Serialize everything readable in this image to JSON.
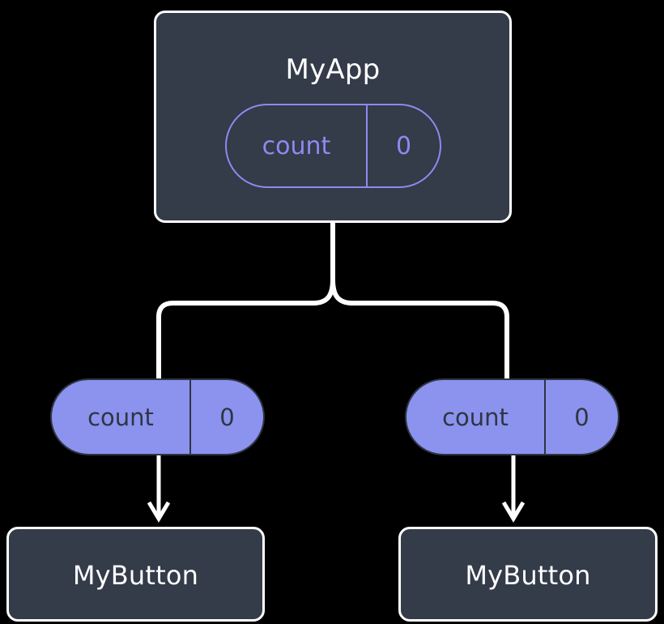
{
  "diagram": {
    "title": "component-state-flow",
    "background_color": "#000000",
    "colors": {
      "box_fill": "#343b49",
      "box_border": "#ffffff",
      "box_text": "#ffffff",
      "pill_accent": "#8b8bf0",
      "pill_fill": "#8b93ef",
      "pill_text_dark": "#2f3542",
      "edge": "#ffffff"
    }
  },
  "nodes": {
    "root": {
      "label": "MyApp",
      "state_pill": {
        "key": "count",
        "value": "0",
        "style": "outlined"
      }
    },
    "children": [
      {
        "prop_pill": {
          "key": "count",
          "value": "0",
          "style": "filled"
        },
        "label": "MyButton"
      },
      {
        "prop_pill": {
          "key": "count",
          "value": "0",
          "style": "filled"
        },
        "label": "MyButton"
      }
    ]
  },
  "edges": [
    {
      "name": "root-to-branch-stem",
      "from": "MyApp",
      "to": "fork"
    },
    {
      "name": "fork-to-left-pill",
      "from": "fork",
      "to": "left count pill"
    },
    {
      "name": "fork-to-right-pill",
      "from": "fork",
      "to": "right count pill"
    },
    {
      "name": "left-pill-to-left-button",
      "from": "left count pill",
      "to": "MyButton",
      "arrowhead": "chevron"
    },
    {
      "name": "right-pill-to-right-button",
      "from": "right count pill",
      "to": "MyButton",
      "arrowhead": "chevron"
    }
  ]
}
